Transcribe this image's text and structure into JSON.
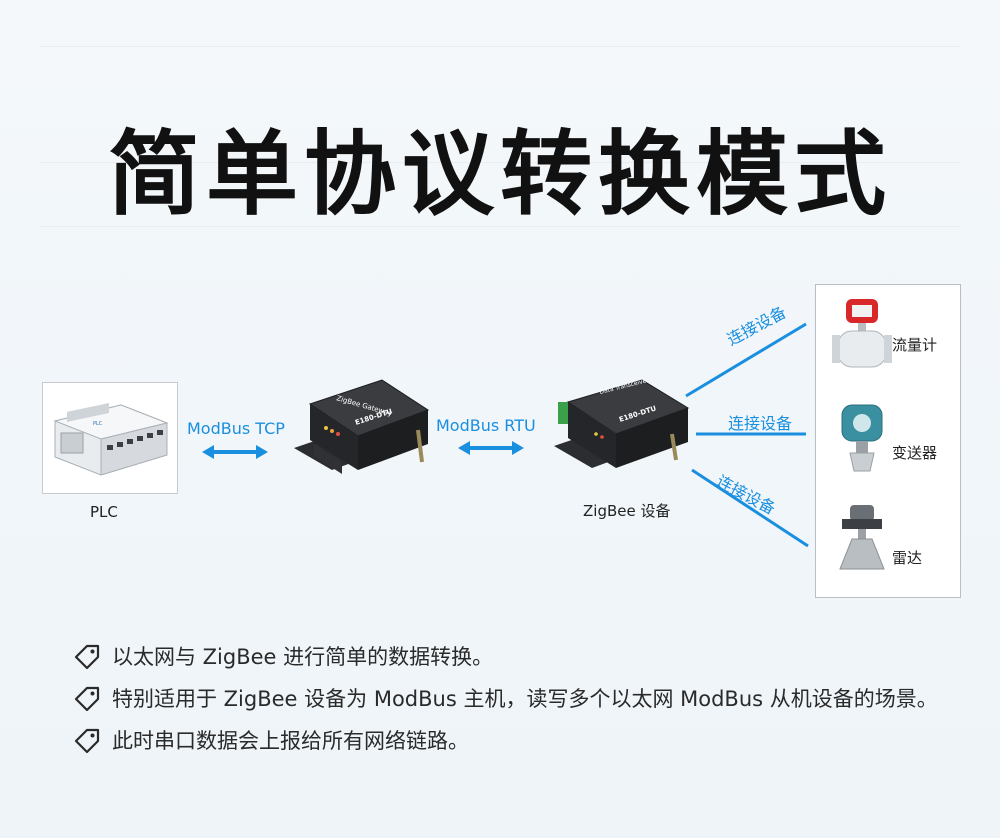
{
  "title": "简单协议转换模式",
  "diagram": {
    "plc_label": "PLC",
    "protocol_left": "ModBus TCP",
    "protocol_right": "ModBus RTU",
    "gateway_label": "ZigBee Gateway",
    "gateway_model": "E180-DTU",
    "transceiver_label": "Data Transceiver",
    "transceiver_model": "E180-DTU",
    "zigbee_device_label": "ZigBee 设备",
    "connect_labels": [
      "连接设备",
      "连接设备",
      "连接设备"
    ],
    "devices": [
      "流量计",
      "变送器",
      "雷达"
    ],
    "arrow_color": "#1a8fe0"
  },
  "bullets": [
    "以太网与 ZigBee 进行简单的数据转换。",
    "特别适用于 ZigBee 设备为 ModBus 主机，读写多个以太网 ModBus 从机设备的场景。",
    "此时串口数据会上报给所有网络链路。"
  ]
}
